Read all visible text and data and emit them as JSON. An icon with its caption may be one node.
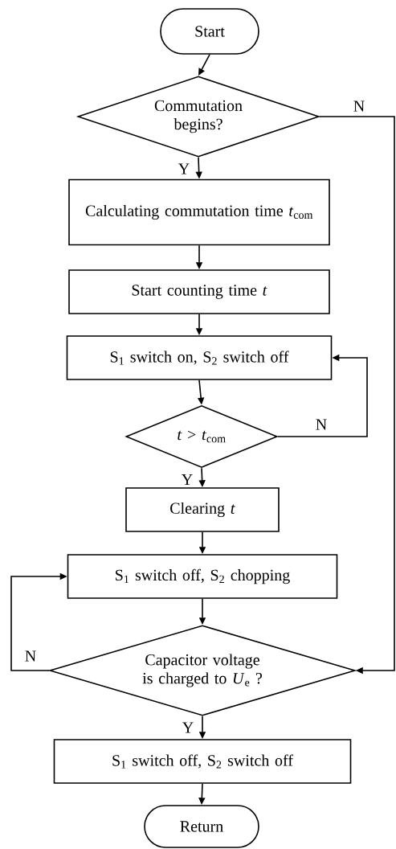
{
  "diagram": {
    "nodes": [
      {
        "text": [
          "Start"
        ]
      },
      {
        "text": [
          "Commutation begins?"
        ]
      },
      {
        "text": [
          "Calculating commutation time *t*$_{com}$"
        ]
      },
      {
        "text": [
          "Start counting time *t*"
        ]
      },
      {
        "text": [
          "S$_{1}$ switch on, S$_{2}$ switch off"
        ]
      },
      {
        "text": [
          "*t* > *t*$_{com}$"
        ]
      },
      {
        "text": [
          "Clearing *t*"
        ]
      },
      {
        "text": [
          "S$_{1}$ switch off, S$_{2}$ chopping"
        ]
      },
      {
        "text": [
          "Capacitor voltage is charged to *U*$_{e}$ ?"
        ]
      },
      {
        "text": [
          "S$_{1}$ switch off, S$_{2}$ switch off"
        ]
      },
      {
        "text": [
          "Return"
        ]
      }
    ],
    "edges": [
      {
        "from": 0,
        "to": 1,
        "arrow": "to"
      },
      {
        "from": 1,
        "to": 2,
        "arrow": "to",
        "label": "Y"
      },
      {
        "from": 1,
        "to": 8,
        "arrow": "to",
        "label": "N"
      },
      {
        "from": 2,
        "to": 3,
        "arrow": "to"
      },
      {
        "from": 3,
        "to": 4,
        "arrow": "to"
      },
      {
        "from": 4,
        "to": 5,
        "arrow": "to"
      },
      {
        "from": 5,
        "to": 6,
        "arrow": "to",
        "label": "Y"
      },
      {
        "from": 5,
        "to": 4,
        "arrow": "to",
        "label": "N"
      },
      {
        "from": 6,
        "to": 7,
        "arrow": "to"
      },
      {
        "from": 7,
        "to": 8,
        "arrow": "to"
      },
      {
        "from": 8,
        "to": 9,
        "arrow": "to",
        "label": "Y"
      },
      {
        "from": 8,
        "to": 7,
        "arrow": "to",
        "label": "N"
      },
      {
        "from": 9,
        "to": 10,
        "arrow": "to"
      }
    ]
  }
}
